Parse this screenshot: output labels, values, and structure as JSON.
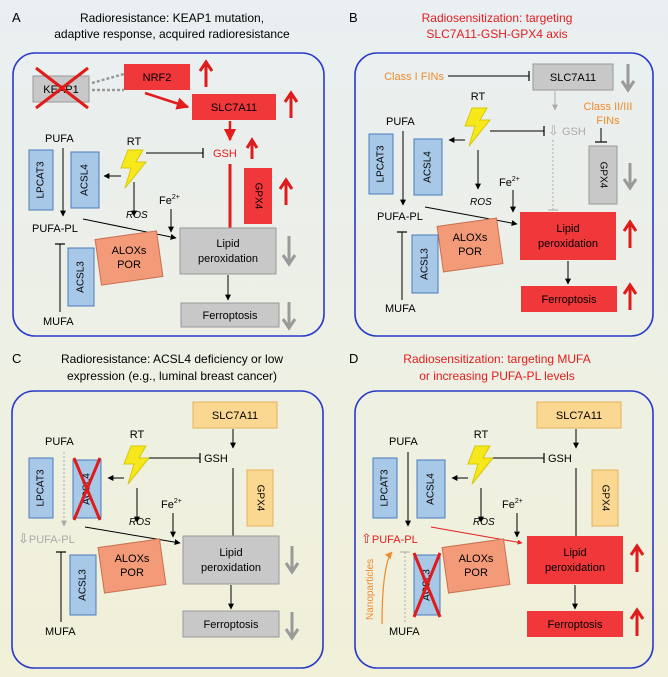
{
  "colors": {
    "blue_box_fill": "#a8c8e8",
    "blue_box_stroke": "#4a7bbd",
    "red_fill": "#f0373a",
    "salmon_fill": "#f39b78",
    "gray_fill": "#c8c8c8",
    "yellow_fill": "#fbd891",
    "panel_border": "#2a3bc8",
    "red_text": "#e31d1d",
    "orange_text": "#f08a2a",
    "bolt": "#f6e81a",
    "up_arrow": "#e01b1b",
    "down_arrow": "#9a9a9a"
  },
  "icons": [
    "lightning-bolt-icon",
    "up-arrow-icon",
    "down-arrow-icon",
    "red-cross-icon"
  ],
  "panels": {
    "A": {
      "letter": "A",
      "title_line1": "Radioresistance: KEAP1 mutation,",
      "title_line2": "adaptive response, acquired radioresistance",
      "keap1": "KEAP1",
      "nrf2": "NRF2",
      "slc7a11": "SLC7A11",
      "gsh": "GSH",
      "gpx4": "GPX4",
      "rt": "RT",
      "pufa": "PUFA",
      "lpcat3": "LPCAT3",
      "acsl4": "ACSL4",
      "fe": "Fe",
      "fe_sup": "2+",
      "pufa_pl": "PUFA-PL",
      "ros": "ROS",
      "alox1": "ALOXs",
      "alox2": "POR",
      "acsl3": "ACSL3",
      "mufa": "MUFA",
      "lipid1": "Lipid",
      "lipid2": "peroxidation",
      "ferro": "Ferroptosis"
    },
    "B": {
      "letter": "B",
      "title_line1": "Radiosensitization: targeting",
      "title_line2": "SLC7A11-GSH-GPX4 axis",
      "class1": "Class I FINs",
      "slc7a11": "SLC7A11",
      "class23_1": "Class II/III",
      "class23_2": "FINs",
      "rt": "RT",
      "gsh": "GSH",
      "pufa": "PUFA",
      "lpcat3": "LPCAT3",
      "acsl4": "ACSL4",
      "gpx4": "GPX4",
      "fe": "Fe",
      "fe_sup": "2+",
      "pufa_pl": "PUFA-PL",
      "ros": "ROS",
      "alox1": "ALOXs",
      "alox2": "POR",
      "acsl3": "ACSL3",
      "mufa": "MUFA",
      "lipid1": "Lipid",
      "lipid2": "peroxidation",
      "ferro": "Ferroptosis"
    },
    "C": {
      "letter": "C",
      "title_line1": "Radioresistance: ACSL4 deficiency or low",
      "title_line2": "expression (e.g., luminal breast cancer)",
      "slc7a11": "SLC7A11",
      "rt": "RT",
      "gsh": "GSH",
      "pufa": "PUFA",
      "lpcat3": "LPCAT3",
      "acsl4": "ACSL4",
      "gpx4": "GPX4",
      "fe": "Fe",
      "fe_sup": "2+",
      "pufa_pl": "PUFA-PL",
      "ros": "ROS",
      "alox1": "ALOXs",
      "alox2": "POR",
      "acsl3": "ACSL3",
      "mufa": "MUFA",
      "lipid1": "Lipid",
      "lipid2": "peroxidation",
      "ferro": "Ferroptosis"
    },
    "D": {
      "letter": "D",
      "title_line1": "Radiosensitization: targeting MUFA",
      "title_line2": "or increasing PUFA-PL levels",
      "slc7a11": "SLC7A11",
      "rt": "RT",
      "gsh": "GSH",
      "pufa": "PUFA",
      "lpcat3": "LPCAT3",
      "acsl4": "ACSL4",
      "gpx4": "GPX4",
      "fe": "Fe",
      "fe_sup": "2+",
      "pufa_pl": "PUFA-PL",
      "nano": "Nanoparticles",
      "ros": "ROS",
      "alox1": "ALOXs",
      "alox2": "POR",
      "acsl3": "ACSL3",
      "mufa": "MUFA",
      "lipid1": "Lipid",
      "lipid2": "peroxidation",
      "ferro": "Ferroptosis"
    }
  }
}
